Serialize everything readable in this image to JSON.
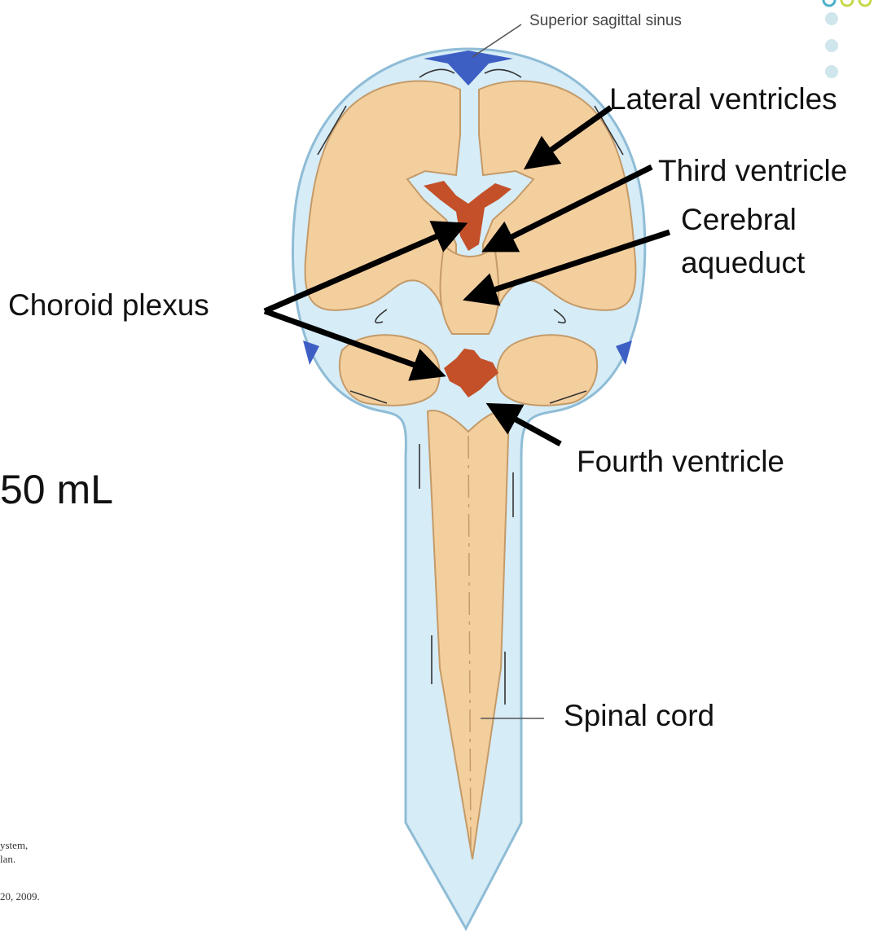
{
  "labels": {
    "superior_sagittal_sinus": "Superior sagittal sinus",
    "lateral_ventricles": "Lateral ventricles",
    "third_ventricle": "Third ventricle",
    "cerebral": "Cerebral",
    "aqueduct": "aqueduct",
    "choroid_plexus": "Choroid plexus",
    "fourth_ventricle": "Fourth ventricle",
    "spinal_cord": "Spinal cord"
  },
  "left_edge_text": {
    "volume": "50 mL",
    "cite_line1": "ystem,",
    "cite_line2": "lan.",
    "cite_line3": "20, 2009."
  },
  "colors": {
    "csf": "#d6ecf7",
    "csf_outline": "#8fbcd6",
    "brain": "#f4cf9e",
    "brain_outline": "#c49a68",
    "choroid": "#c4502a",
    "sinus": "#3d5fc4",
    "arrow": "#000000"
  }
}
